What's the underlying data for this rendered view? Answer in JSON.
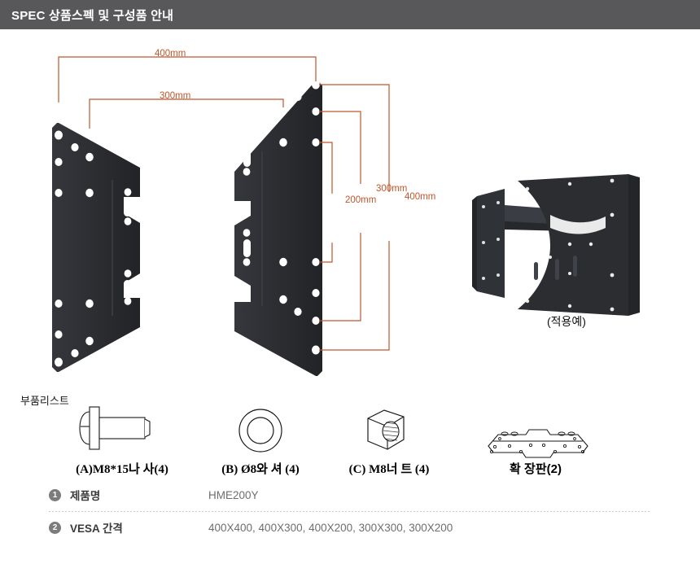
{
  "header": {
    "spec_label": "SPEC",
    "title_ko": "상품스펙 및 구성품 안내"
  },
  "diagram": {
    "dimensions": {
      "top_outer": "400mm",
      "top_inner": "300mm",
      "right_outer": "400mm",
      "right_middle": "300mm",
      "right_inner": "200mm"
    },
    "line_color": "#c0562c",
    "plate_color": "#2b2d31",
    "apply_example_caption": "(적용예)"
  },
  "parts": {
    "section_title": "부품리스트",
    "items": [
      {
        "icon": "bolt-icon",
        "label": "(A)M8*15나 사(4)"
      },
      {
        "icon": "washer-icon",
        "label": "(B) Ø8와 셔 (4)"
      },
      {
        "icon": "hex-nut-icon",
        "label": "(C) M8너 트 (4)"
      },
      {
        "icon": "extension-plate-icon",
        "label": "확 장판(2)"
      }
    ]
  },
  "spec_table": {
    "rows": [
      {
        "num": "1",
        "key": "제품명",
        "value": "HME200Y"
      },
      {
        "num": "2",
        "key": "VESA 간격",
        "value": "400X400, 400X300, 400X200, 300X300, 300X200"
      }
    ]
  }
}
